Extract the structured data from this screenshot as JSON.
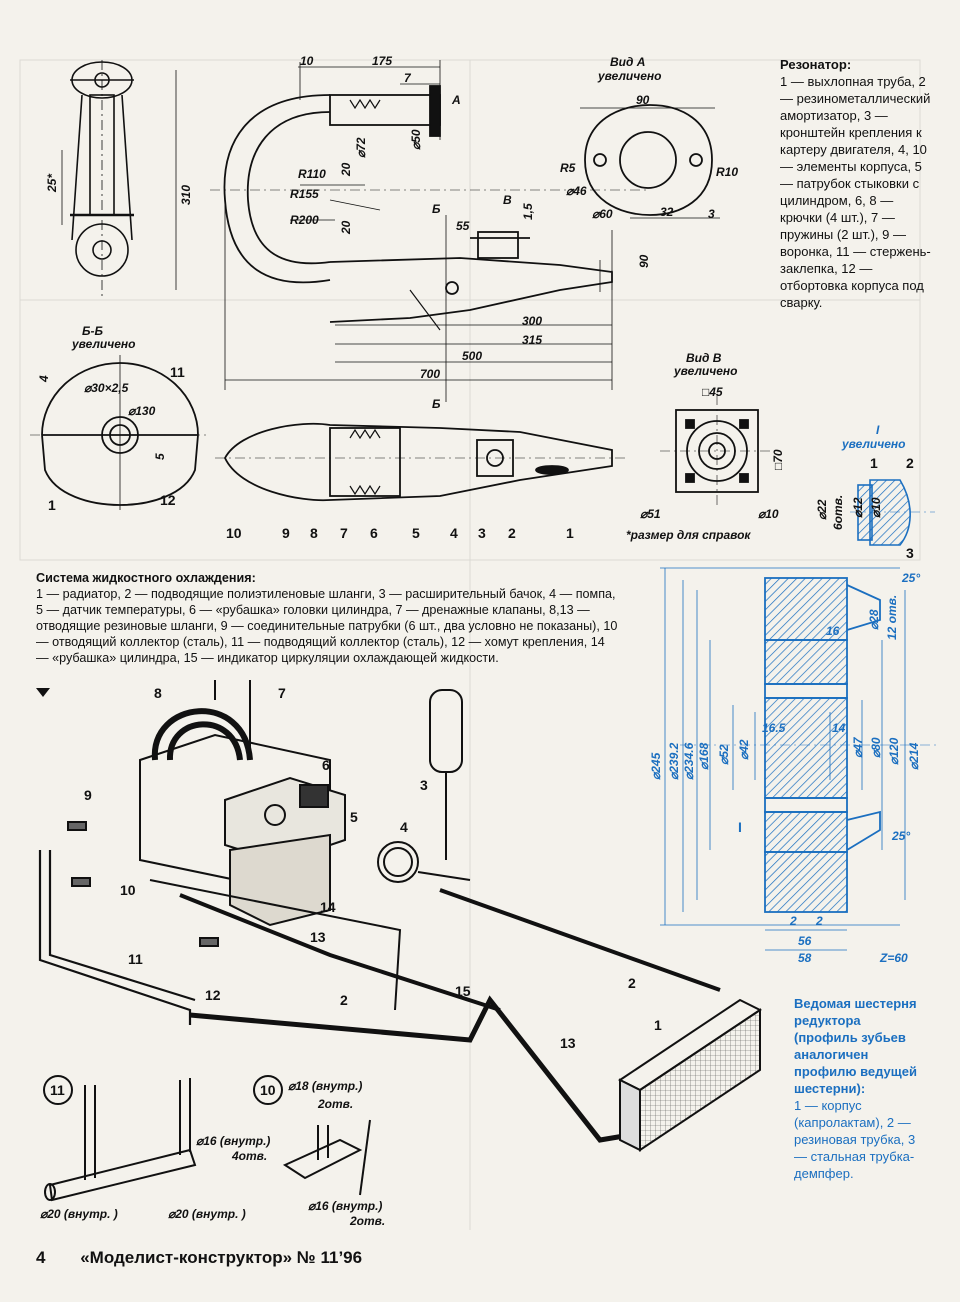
{
  "resonator": {
    "title": "Резонатор:",
    "items": "1 — выхлопная труба, 2 — резинометаллический амортизатор, 3 — кронштейн крепления к картеру двигателя, 4, 10 — элементы корпуса, 5 — патрубок стыковки с цилиндром, 6, 8 — крючки (4 шт.), 7 — пружины (2 шт.), 9 — воронка, 11 — стержень-заклепка, 12 — отбортовка корпуса под сварку."
  },
  "cooling": {
    "title": "Система жидкостного охлаждения:",
    "items": "1 — радиатор, 2 — подводящие полиэтиленовые шланги, 3 — расширительный бачок, 4 — помпа, 5 — датчик температуры, 6 — «рубашка» головки цилиндра, 7 — дренажные клапаны, 8,13 — отводящие резиновые шланги, 9 — соединительные патрубки (6 шт., два условно не показаны), 10 — отводящий коллектор (сталь), 11 — подводящий коллектор (сталь), 12 — хомут крепления, 14 — «рубашка» цилиндра, 15 — индикатор циркуляции охлаждающей жидкости."
  },
  "gear": {
    "title": "Ведомая шестерня редуктора (профиль зубьев аналогичен профилю ведущей шестерни):",
    "items": "1 — корпус (капролактам), 2 — резиновая трубка, 3 — стальная трубка-демпфер."
  },
  "views": {
    "vid_a": "Вид А",
    "vid_a_sub": "увеличено",
    "vid_b": "Вид В",
    "vid_b_sub": "увеличено",
    "bb": "Б-Б",
    "bb_sub": "увеличено",
    "detail_i": "I",
    "detail_i_sub": "увеличено",
    "ref_note": "*размер для справок",
    "z": "Z=60"
  },
  "dims": {
    "d10": "10",
    "d175": "175",
    "d7": "7",
    "dA": "A",
    "d72": "⌀72",
    "d50": "⌀50",
    "d310": "310",
    "d25s": "25*",
    "r110": "R110",
    "r155": "R155",
    "r200": "R200",
    "d20a": "20",
    "d20b": "20",
    "dB1": "Б",
    "dB2": "Б",
    "dV": "В",
    "d55": "55",
    "d15": "1,5",
    "d90v": "90",
    "d300": "300",
    "d315": "315",
    "d500": "500",
    "d700": "700",
    "a90": "90",
    "aR5": "R5",
    "aR10": "R10",
    "a46": "⌀46",
    "a60": "⌀60",
    "a32": "32",
    "a3": "3",
    "bb4": "4",
    "bb30": "⌀30×2,5",
    "bb130": "⌀130",
    "bb5": "5",
    "v45": "□45",
    "v70": "□70",
    "v51": "⌀51",
    "v10": "⌀10",
    "i22": "⌀22",
    "i6": "6отв.",
    "i12": "⌀12",
    "i10": "⌀10",
    "g25a": "25°",
    "g28": "⌀28",
    "g12": "12 отв.",
    "g16": "16",
    "g245": "⌀245",
    "g2392": "⌀239.2",
    "g2346": "⌀234.6",
    "g168": "⌀168",
    "g52": "⌀52",
    "g42": "⌀42",
    "g165": "16.5",
    "g14": "14",
    "g47": "⌀47",
    "g80": "⌀80",
    "g120": "⌀120",
    "g214": "⌀214",
    "g25b": "25°",
    "g2a": "2",
    "g2b": "2",
    "g56": "56",
    "g58": "58",
    "c18": "⌀18 (внутр.)",
    "c2o": "2отв.",
    "c16a": "⌀16 (внутр.)",
    "c4o": "4отв.",
    "c20a": "⌀20 (внутр. )",
    "c20b": "⌀20 (внутр. )",
    "c16b": "⌀16 (внутр.)",
    "c2o2": "2отв."
  },
  "callouts_resonator": [
    "10",
    "9",
    "8",
    "7",
    "6",
    "5",
    "4",
    "3",
    "2",
    "1",
    "11",
    "12",
    "1"
  ],
  "callouts_gear": [
    "1",
    "2",
    "3",
    "I"
  ],
  "callouts_cooling": [
    "8",
    "7",
    "3",
    "6",
    "9",
    "5",
    "4",
    "10",
    "14",
    "13",
    "2",
    "11",
    "12",
    "15",
    "13",
    "2",
    "1",
    "11",
    "10"
  ],
  "footer": {
    "page": "4",
    "magazine": "«Моделист-конструктор» № 11’96"
  }
}
